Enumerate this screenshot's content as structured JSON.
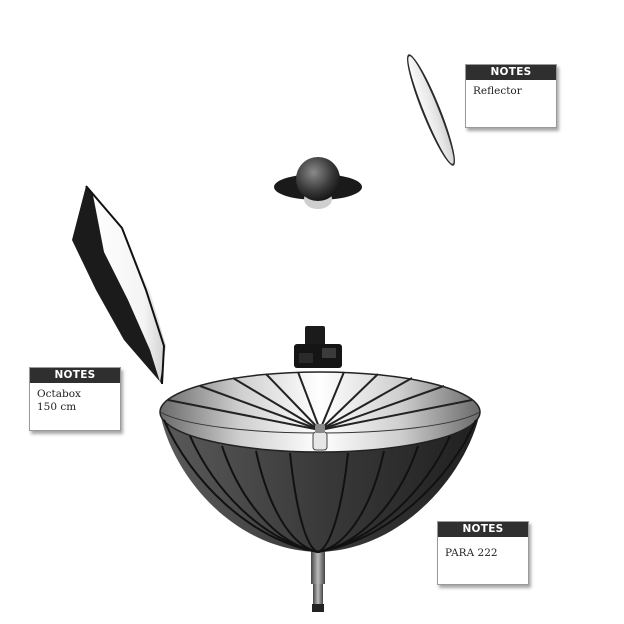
{
  "notes": {
    "reflector": {
      "header": "NOTES",
      "lines": [
        "Reflector"
      ]
    },
    "octabox": {
      "header": "NOTES",
      "lines": [
        "Octabox",
        "150 cm"
      ]
    },
    "para": {
      "header": "NOTES",
      "lines": [
        "PARA 222"
      ]
    }
  },
  "colors": {
    "note_header": "#2f2f2f",
    "softbox_black": "#1a1a1a",
    "umbrella_dark": "#3c3c3c"
  },
  "icons": [
    "reflector-icon",
    "model-head-icon",
    "octabox-icon",
    "camera-icon",
    "para-umbrella-icon",
    "light-stand-icon"
  ]
}
